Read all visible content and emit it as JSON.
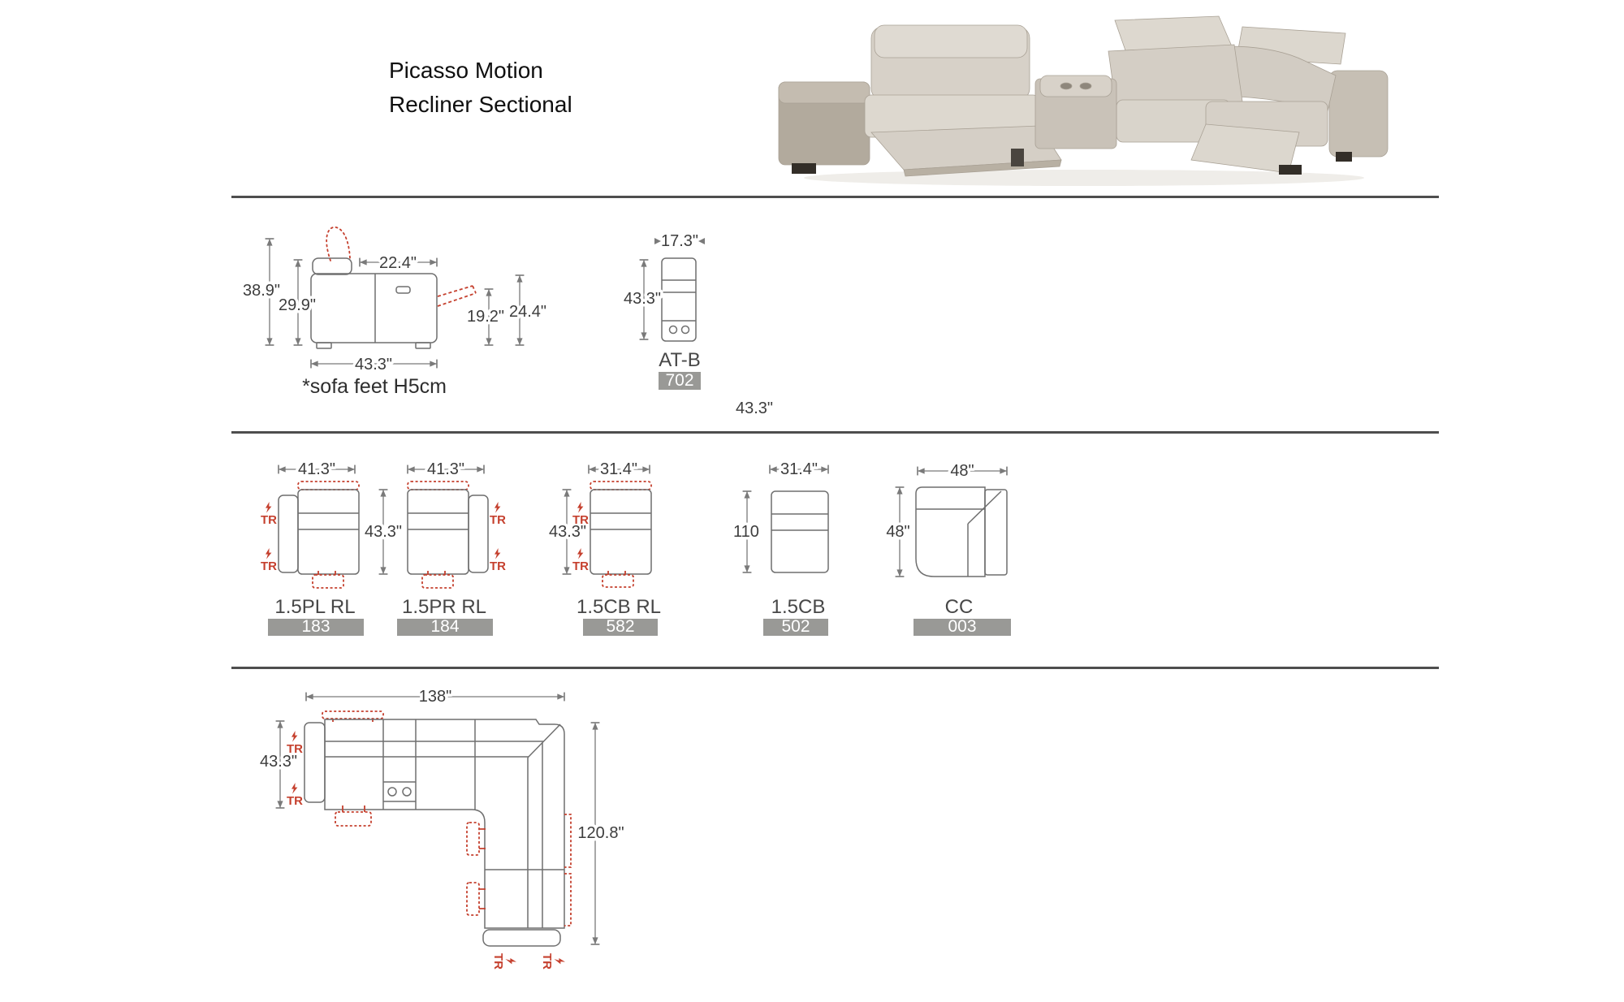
{
  "title": {
    "line1": "Picasso Motion",
    "line2": "Recliner Sectional"
  },
  "symbols": {
    "tr": "TR"
  },
  "side_view": {
    "dim_total_height": "38.9\"",
    "dim_back_height": "29.9\"",
    "dim_top_depth": "22.4\"",
    "dim_footrest_height": "19.2\"",
    "dim_footrest_open_height": "24.4\"",
    "dim_overall_depth": "43.3\"",
    "note": "*sofa feet H5cm"
  },
  "console_unit": {
    "dim_width": "17.3\"",
    "dim_depth": "43.3\"",
    "name": "AT-B",
    "code": "702"
  },
  "stray_dim": "43.3\"",
  "modules": {
    "dim_row_depth": "43.3\"",
    "left_arm_recliner": {
      "name": "1.5PL RL",
      "code": "183",
      "dim_width": "41.3\""
    },
    "right_arm_recliner": {
      "name": "1.5PR RL",
      "code": "184",
      "dim_width": "41.3\""
    },
    "armless_recliner": {
      "name": "1.5CB RL",
      "code": "582",
      "dim_width": "31.4\"",
      "dim_depth": "43.3\""
    },
    "armless_chair": {
      "name": "1.5CB",
      "code": "502",
      "dim_width": "31.4\"",
      "dim_depth": "110"
    },
    "corner": {
      "name": "CC",
      "code": "003",
      "dim_width": "48\"",
      "dim_depth": "48\""
    }
  },
  "assembly": {
    "dim_total_width": "138\"",
    "dim_left_depth": "43.3\"",
    "dim_right_length": "120.8\""
  }
}
